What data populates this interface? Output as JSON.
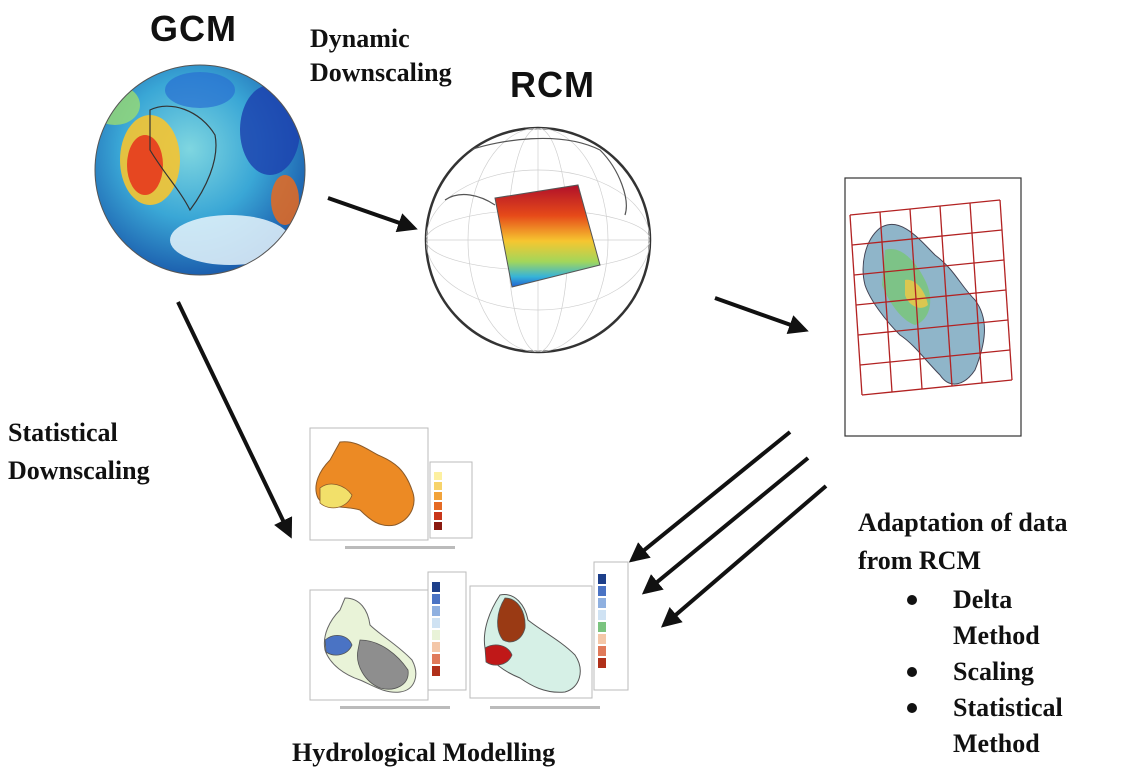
{
  "labels": {
    "gcm": "GCM",
    "rcm": "RCM",
    "dynamic_line1": "Dynamic",
    "dynamic_line2": "Downscaling",
    "statistical_line1": "Statistical",
    "statistical_line2": "Downscaling",
    "adaptation_line1": "Adaptation of data",
    "adaptation_line2": "from RCM",
    "hydrological": "Hydrological Modelling"
  },
  "methods": [
    "Delta Method",
    "Scaling",
    "Statistical Method"
  ],
  "colors": {
    "arrow": "#111111",
    "grid": "#b22222",
    "rcm_high": "#c8102e",
    "rcm_low": "#1f7fd1",
    "gcm_ocean": "#3aa7d6"
  }
}
